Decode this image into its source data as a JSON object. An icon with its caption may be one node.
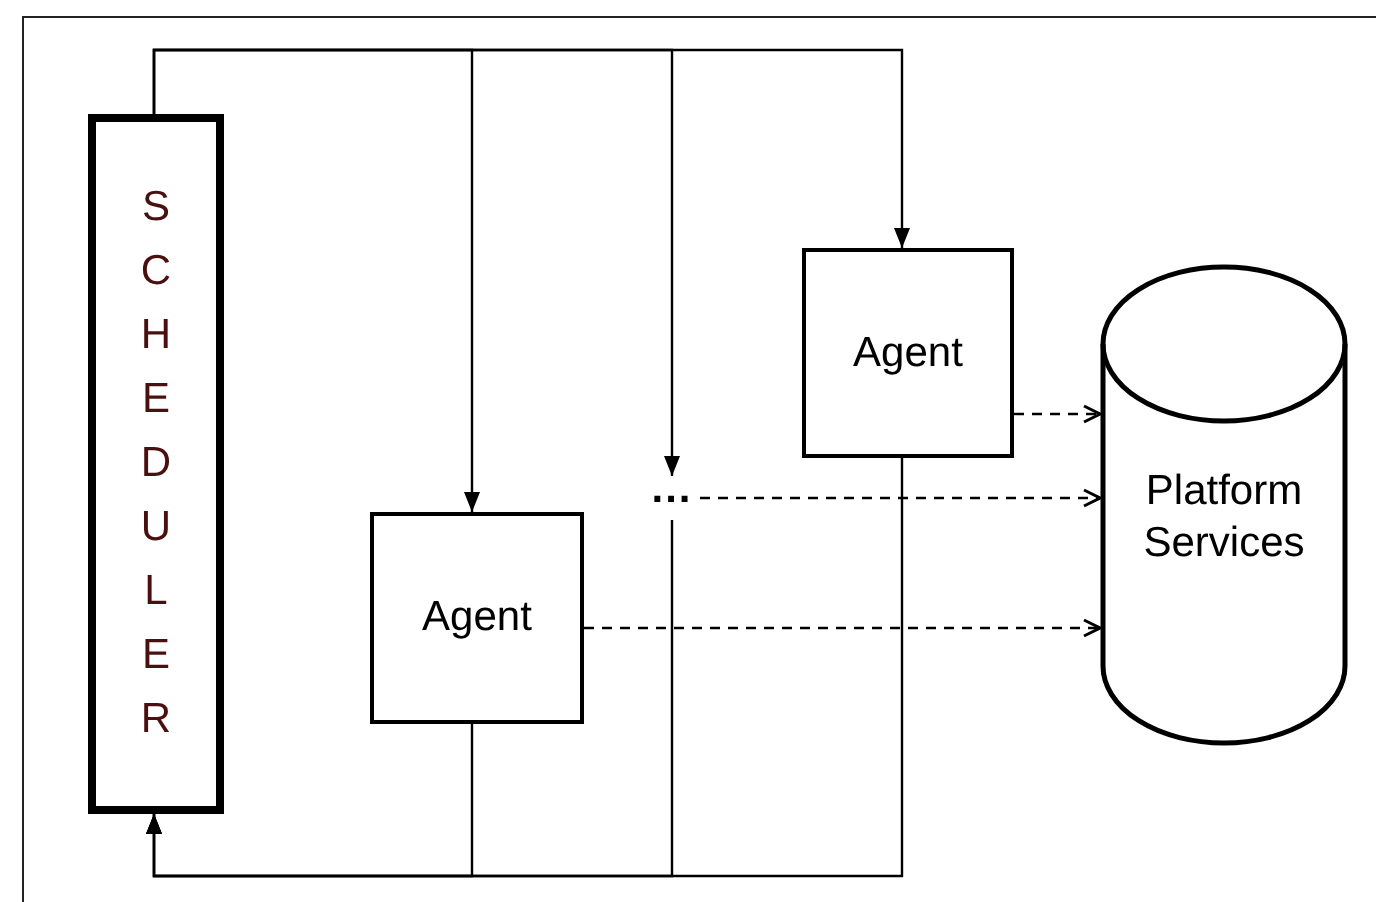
{
  "diagram": {
    "nodes": [
      {
        "text": [
          "SCHEDULER"
        ]
      },
      {
        "text": [
          "Agent"
        ]
      },
      {
        "text": [
          "..."
        ]
      },
      {
        "text": [
          "Platform Services"
        ]
      },
      {
        "text": [
          "Agent"
        ]
      }
    ],
    "edges": [
      {
        "from": 0,
        "to": 1,
        "arrow": "to"
      },
      {
        "from": 0,
        "to": 4,
        "arrow": "to"
      },
      {
        "from": 0,
        "to": 2,
        "arrow": "to"
      },
      {
        "from": 1,
        "to": 0,
        "arrow": "to"
      },
      {
        "from": 4,
        "to": 0,
        "arrow": "to"
      },
      {
        "from": 2,
        "to": 0,
        "arrow": "to"
      },
      {
        "from": 1,
        "to": 3,
        "arrow": "to",
        "style": "dashed"
      },
      {
        "from": 2,
        "to": 3,
        "arrow": "to",
        "style": "dashed"
      },
      {
        "from": 4,
        "to": 3,
        "arrow": "to",
        "style": "dashed"
      }
    ]
  }
}
